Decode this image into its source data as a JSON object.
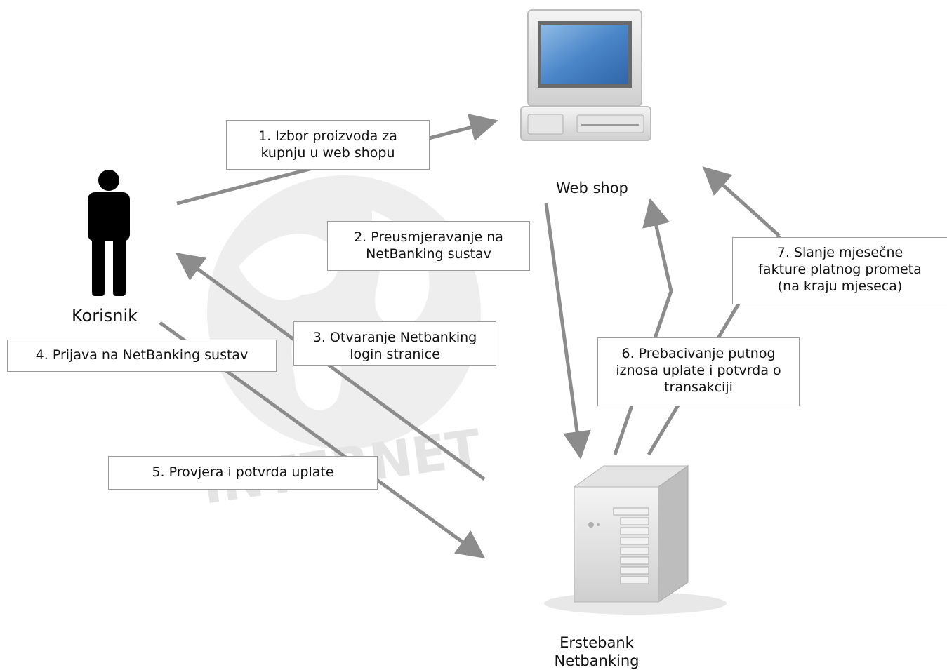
{
  "actors": {
    "user": "Korisnik",
    "webshop": "Web shop",
    "bank_line1": "Erstebank",
    "bank_line2": "Netbanking"
  },
  "watermark": "INTERNET",
  "steps": [
    {
      "lines": [
        "1. Izbor proizvoda za",
        "kupnju u web shopu"
      ]
    },
    {
      "lines": [
        "2. Preusmjeravanje na",
        "NetBanking sustav"
      ]
    },
    {
      "lines": [
        "3. Otvaranje Netbanking",
        "login stranice"
      ]
    },
    {
      "lines": [
        "4. Prijava na NetBanking sustav"
      ]
    },
    {
      "lines": [
        "5. Provjera i potvrda uplate"
      ]
    },
    {
      "lines": [
        "6. Prebacivanje putnog",
        "iznosa uplate i potvrda o",
        "transakciji"
      ]
    },
    {
      "lines": [
        "7. Slanje mjesečne",
        "fakture platnog prometa",
        "(na kraju mjeseca)"
      ]
    }
  ],
  "colors": {
    "arrow": "#8c8c8c",
    "box_border": "#9a9a9a",
    "watermark": "#e4e4e4",
    "screen": "#4a86c8"
  }
}
